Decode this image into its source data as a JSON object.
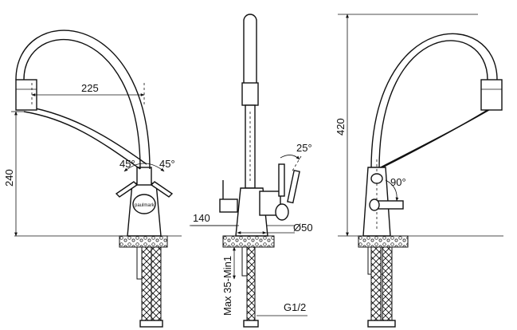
{
  "brand": "paulmark",
  "dimensions": {
    "spout_reach": "225",
    "height_left": "240",
    "total_height": "420",
    "angle_left": "45°",
    "angle_right": "45°",
    "lever_angle": "25°",
    "side_angle": "90°",
    "base_depth": "140",
    "base_diameter": "Ø50",
    "counter_thickness": "Max 35-Min1",
    "thread": "G1/2"
  },
  "colors": {
    "line": "#111111",
    "background": "#ffffff"
  }
}
